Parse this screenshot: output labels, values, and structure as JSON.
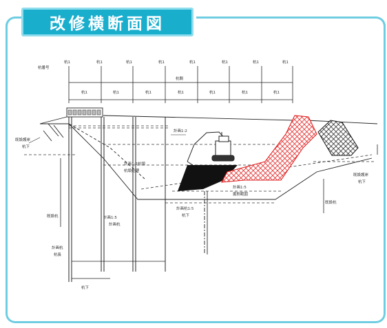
{
  "header": {
    "title": "改修横断面図"
  },
  "diagram": {
    "pile_labels": [
      "杭1",
      "杭1",
      "杭1",
      "杭1",
      "杭1",
      "杭1",
      "杭1",
      "杭1"
    ],
    "top_left_label": "杭番号",
    "span_labels": [
      "杭1",
      "杭1",
      "杭1",
      "杭1",
      "杭1",
      "杭1",
      "杭1"
    ],
    "top_span_label": "杭間",
    "left_labels": {
      "existing": "既設護岸",
      "existing_sub": "杭下"
    },
    "wall_label": "既設杭",
    "upper_level": "計画1:2",
    "mid_level": "計画1:2杭頭",
    "mid_sub": "杭頭処理",
    "lower_level": "計画1:5",
    "lower_sub": "掘削範囲",
    "center_label": "計画杭1:5",
    "center_sub": "杭下",
    "bottom_labels": [
      "計画1:5",
      "計画杭"
    ],
    "bottom_labels2": [
      "計画杭",
      "杭長"
    ],
    "bottom_pile_label": "杭下",
    "right_labels": {
      "existing": "既設護岸",
      "existing_sub": "杭下"
    },
    "right_wall": "既設杭"
  },
  "colors": {
    "accent": "#1aaecd",
    "frame": "#6fcde2",
    "hatch_red": "#e02020",
    "fill_black": "#111111"
  }
}
